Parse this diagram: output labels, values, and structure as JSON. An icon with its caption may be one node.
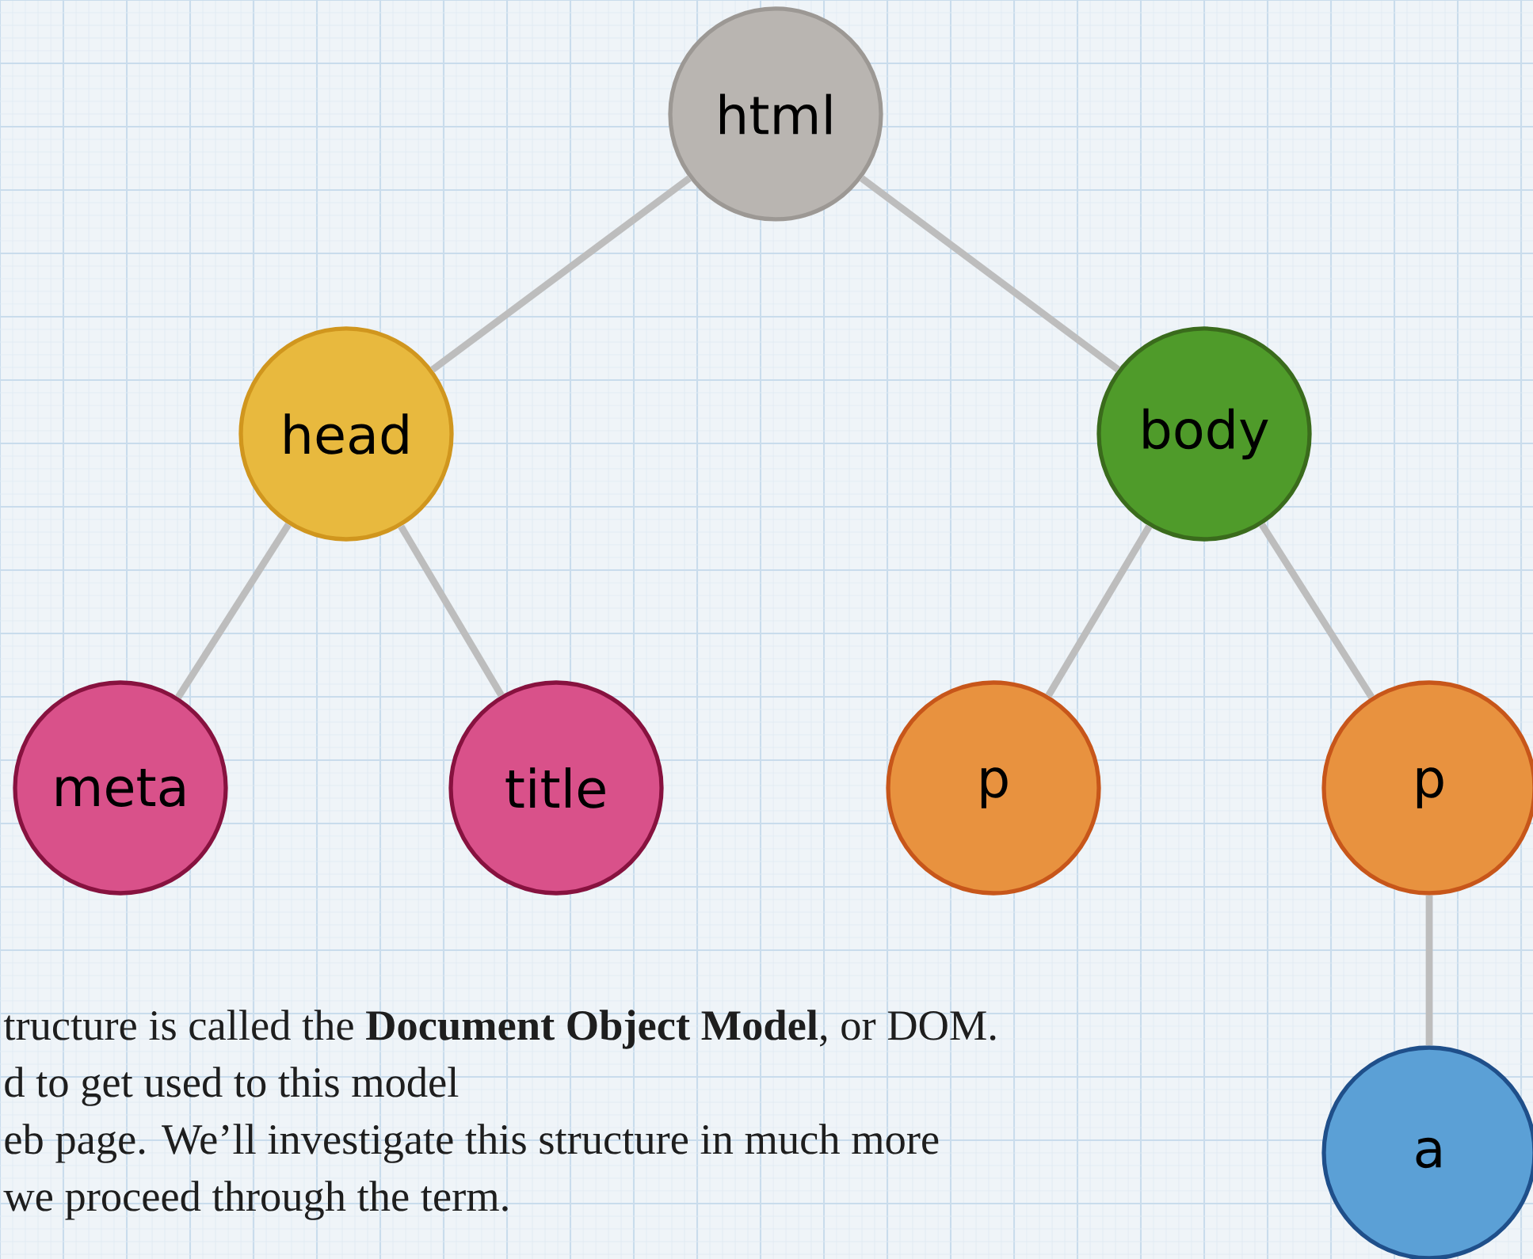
{
  "diagram": {
    "nodes": [
      {
        "text": [
          "html"
        ]
      },
      {
        "text": [
          "head"
        ]
      },
      {
        "text": [
          "body"
        ]
      },
      {
        "text": [
          "meta"
        ]
      },
      {
        "text": [
          "title"
        ]
      },
      {
        "text": [
          "p"
        ]
      },
      {
        "text": [
          "p"
        ]
      },
      {
        "text": [
          "a"
        ]
      }
    ],
    "edges": [
      {
        "from": 0,
        "to": 1,
        "arrow": "none"
      },
      {
        "from": 0,
        "to": 2,
        "arrow": "none"
      },
      {
        "from": 1,
        "to": 3,
        "arrow": "none"
      },
      {
        "from": 1,
        "to": 4,
        "arrow": "none"
      },
      {
        "from": 2,
        "to": 5,
        "arrow": "none"
      },
      {
        "from": 2,
        "to": 6,
        "arrow": "none"
      },
      {
        "from": 6,
        "to": 7,
        "arrow": "none"
      }
    ],
    "labels": [
      "tructure is called the **Document Object Model**, or DOM.",
      "d to get used to this model",
      "eb page. We’ll investigate this structure in much more",
      "we proceed through the term."
    ]
  }
}
